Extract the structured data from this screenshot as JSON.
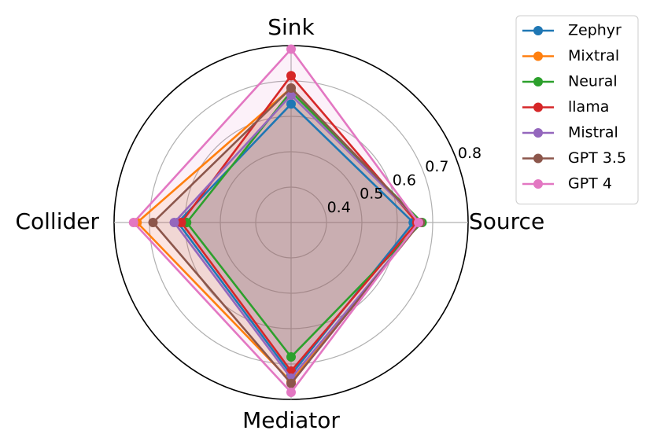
{
  "chart_data": {
    "type": "radar",
    "axes": [
      "Source",
      "Sink",
      "Collider",
      "Mediator"
    ],
    "r_range": [
      0.3,
      0.8
    ],
    "r_ticks": [
      0.4,
      0.5,
      0.6,
      0.7,
      0.8
    ],
    "r_tick_labels": [
      "0.4",
      "0.5",
      "0.6",
      "0.7",
      "0.8"
    ],
    "grid": true,
    "legend_position": "top-right",
    "series": [
      {
        "name": "Zephyr",
        "color": "#1f77b4",
        "values": [
          0.645,
          0.635,
          0.62,
          0.73
        ]
      },
      {
        "name": "Mixtral",
        "color": "#ff7f0e",
        "values": [
          0.665,
          0.68,
          0.735,
          0.75
        ]
      },
      {
        "name": "Neural",
        "color": "#2ca02c",
        "values": [
          0.67,
          0.67,
          0.595,
          0.68
        ]
      },
      {
        "name": "llama",
        "color": "#d62728",
        "values": [
          0.655,
          0.715,
          0.61,
          0.72
        ]
      },
      {
        "name": "Mistral",
        "color": "#9467bd",
        "values": [
          0.665,
          0.66,
          0.63,
          0.74
        ]
      },
      {
        "name": "GPT 3.5",
        "color": "#8c564b",
        "values": [
          0.665,
          0.68,
          0.69,
          0.755
        ]
      },
      {
        "name": "GPT 4",
        "color": "#e377c2",
        "values": [
          0.66,
          0.79,
          0.745,
          0.78
        ]
      }
    ]
  }
}
